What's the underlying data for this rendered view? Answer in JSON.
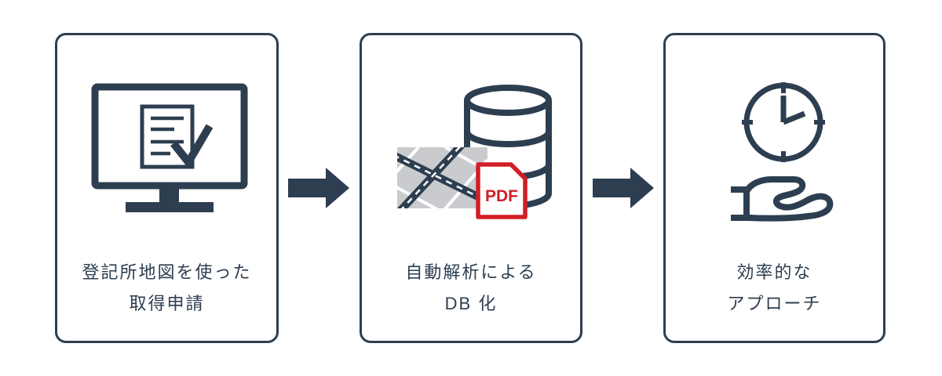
{
  "diagram": {
    "title": "registry-map-process-flow",
    "steps": [
      {
        "icon": "monitor-checklist-icon",
        "caption_line1": "登記所地図を使った",
        "caption_line2": "取得申請"
      },
      {
        "icon": "map-pdf-database-icon",
        "pdf_label": "PDF",
        "caption_line1": "自動解析による",
        "caption_line2": "DB 化"
      },
      {
        "icon": "clock-in-hand-icon",
        "caption_line1": "効率的な",
        "caption_line2": "アプローチ"
      }
    ],
    "arrows": [
      "right-arrow",
      "right-arrow"
    ]
  },
  "colors": {
    "navy": "#2d3e50",
    "red": "#d21e26",
    "map_gray": "#c9cbce",
    "background": "#ffffff"
  }
}
